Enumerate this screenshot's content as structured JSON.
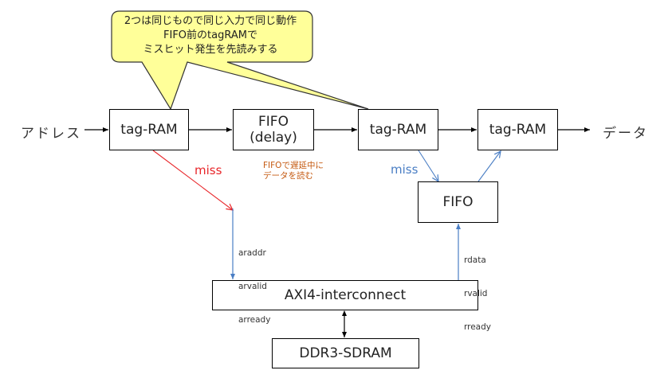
{
  "callout": {
    "lines": [
      "2つは同じもので同じ入力で同じ動作",
      "FIFO前のtagRAMで",
      "ミスヒット発生を先読みする"
    ],
    "fill": "#ffff99",
    "stroke": "#333333"
  },
  "input_label": "アドレス",
  "output_label": "データ",
  "blocks": {
    "tag_ram_1": "tag-RAM",
    "fifo_delay": [
      "FIFO",
      "(delay)"
    ],
    "tag_ram_2": "tag-RAM",
    "tag_ram_3": "tag-RAM",
    "fifo": "FIFO",
    "axi": "AXI4-interconnect",
    "ddr": "DDR3-SDRAM"
  },
  "labels": {
    "miss_red": "miss",
    "miss_blue": "miss",
    "fifo_note": [
      "FIFOで遅延中に",
      "データを読む"
    ],
    "read_addr_signals": [
      "araddr",
      "arvalid",
      "arready"
    ],
    "read_data_signals": [
      "rdata",
      "rvalid",
      "rready"
    ]
  },
  "colors": {
    "miss_red": "#e8262a",
    "miss_blue": "#4a7ec4",
    "note": "#c55a11",
    "line": "#000000"
  }
}
